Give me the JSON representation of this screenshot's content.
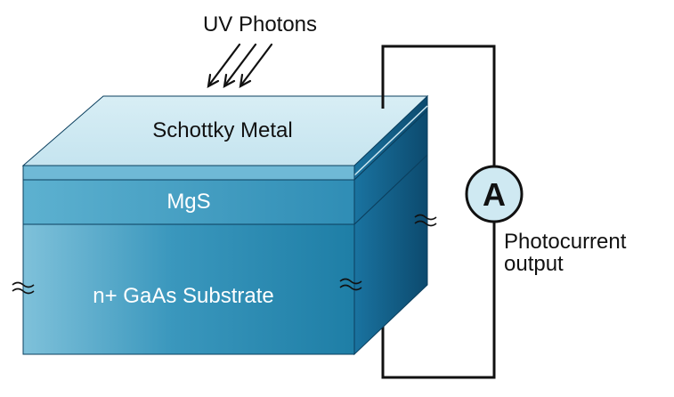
{
  "labels": {
    "uv_photons": "UV Photons",
    "schottky_metal": "Schottky Metal",
    "mgs": "MgS",
    "substrate": "n+ GaAs Substrate",
    "ammeter_symbol": "A",
    "output_line1": "Photocurrent",
    "output_line2": "output"
  },
  "colors": {
    "top_face": "#cfe9f2",
    "front_mgs": "#4aa7c8",
    "front_substrate_light": "#7fc1da",
    "front_substrate_dark": "#1e7ea6",
    "side_face_light": "#1c7aa2",
    "side_face_dark": "#0d4f72",
    "ammeter_fill": "#cfe9f2",
    "wire": "#111111"
  },
  "icons": [
    "arrow-icon",
    "break-mark-icon",
    "ammeter-icon"
  ]
}
